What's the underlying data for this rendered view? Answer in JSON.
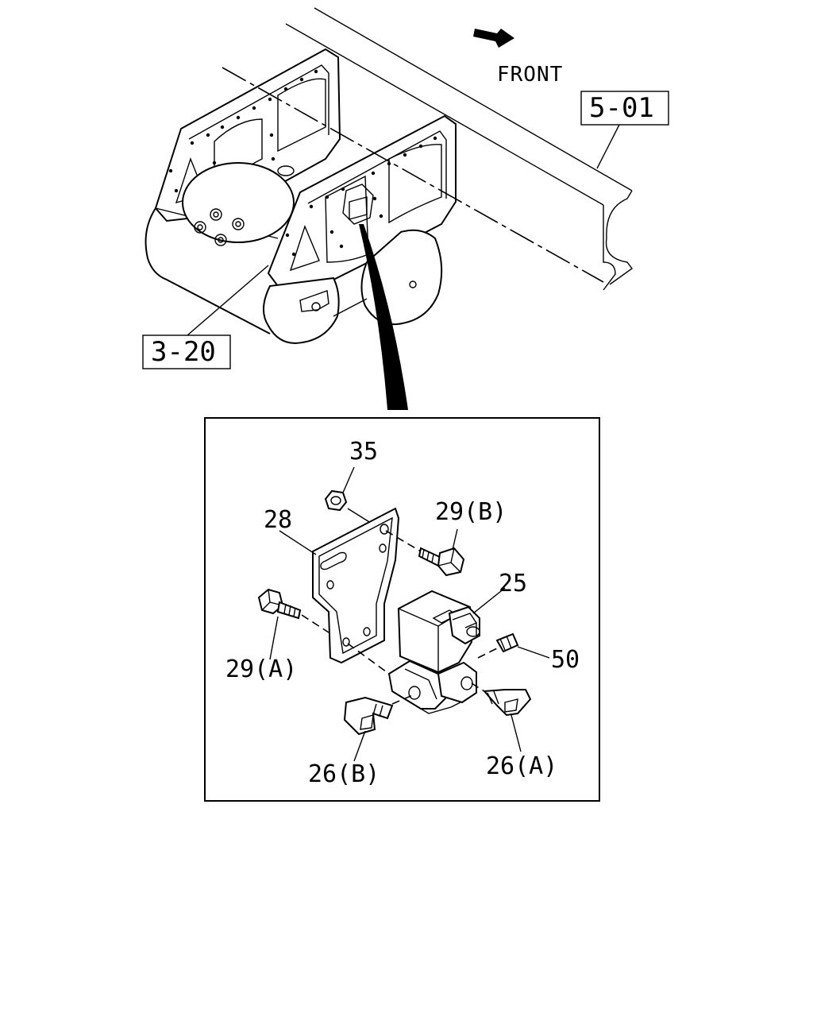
{
  "diagram": {
    "direction_label": "FRONT",
    "ref_boxes": {
      "frame": "5-01",
      "suspension": "3-20"
    },
    "callouts": {
      "nut": "35",
      "bracket": "28",
      "bolt_b": "29(B)",
      "valve": "25",
      "bolt_a": "29(A)",
      "plug": "50",
      "elbow_b": "26(B)",
      "elbow_a": "26(A)"
    }
  }
}
